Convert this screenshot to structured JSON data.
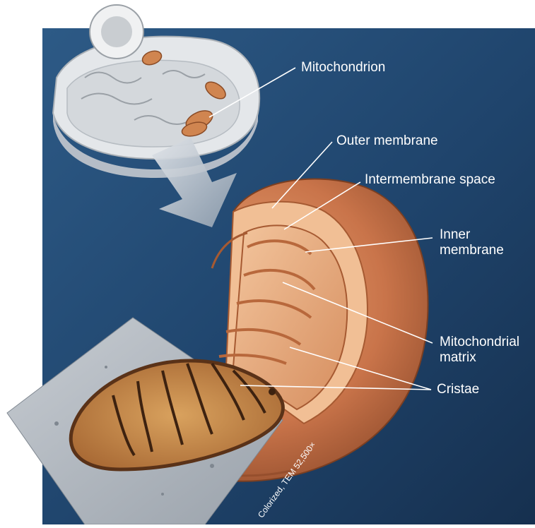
{
  "labels": {
    "mitochondrion": "Mitochondrion",
    "outer_membrane": "Outer membrane",
    "intermembrane_space": "Intermembrane space",
    "inner_membrane": "Inner\nmembrane",
    "matrix": "Mitochondrial\nmatrix",
    "cristae": "Cristae"
  },
  "credit": "Colorized, TEM 52,500×"
}
